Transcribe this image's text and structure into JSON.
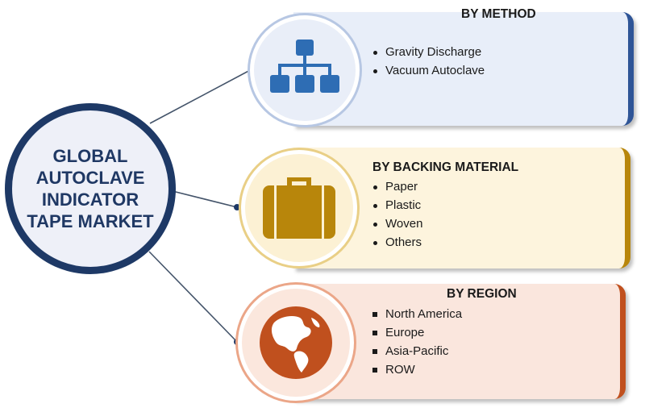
{
  "hub": {
    "title": "GLOBAL AUTOCLAVE INDICATOR TAPE MARKET"
  },
  "segments": [
    {
      "title": "BY METHOD",
      "icon": "hierarchy-icon",
      "accent": "#2f5597",
      "items": [
        "Gravity Discharge",
        "Vacuum Autoclave"
      ]
    },
    {
      "title": "BY BACKING  MATERIAL",
      "icon": "briefcase-icon",
      "accent": "#b8860b",
      "items": [
        "Paper",
        "Plastic",
        "Woven",
        "Others"
      ]
    },
    {
      "title": "BY REGION",
      "icon": "globe-icon",
      "accent": "#c0501e",
      "items": [
        "North America",
        "Europe",
        "Asia-Pacific",
        "ROW"
      ]
    }
  ]
}
